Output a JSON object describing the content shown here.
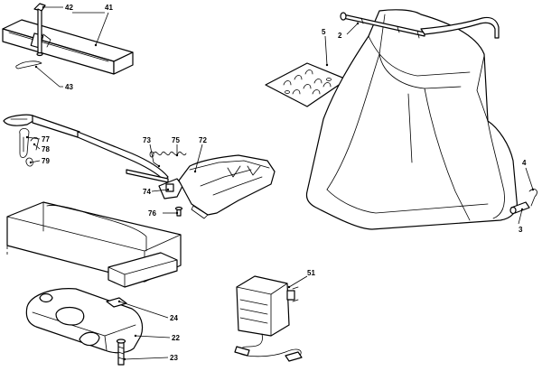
{
  "callouts": {
    "c2": "2",
    "c3": "3",
    "c4": "4",
    "c5": "5",
    "c22": "22",
    "c23": "23",
    "c24": "24",
    "c41": "41",
    "c42": "42",
    "c43": "43",
    "c51": "51",
    "c72": "72",
    "c73": "73",
    "c74": "74",
    "c75": "75",
    "c76": "76",
    "c77": "77",
    "c78": "78",
    "c79": "79"
  },
  "colors": {
    "line": "#000000",
    "background": "#ffffff"
  }
}
